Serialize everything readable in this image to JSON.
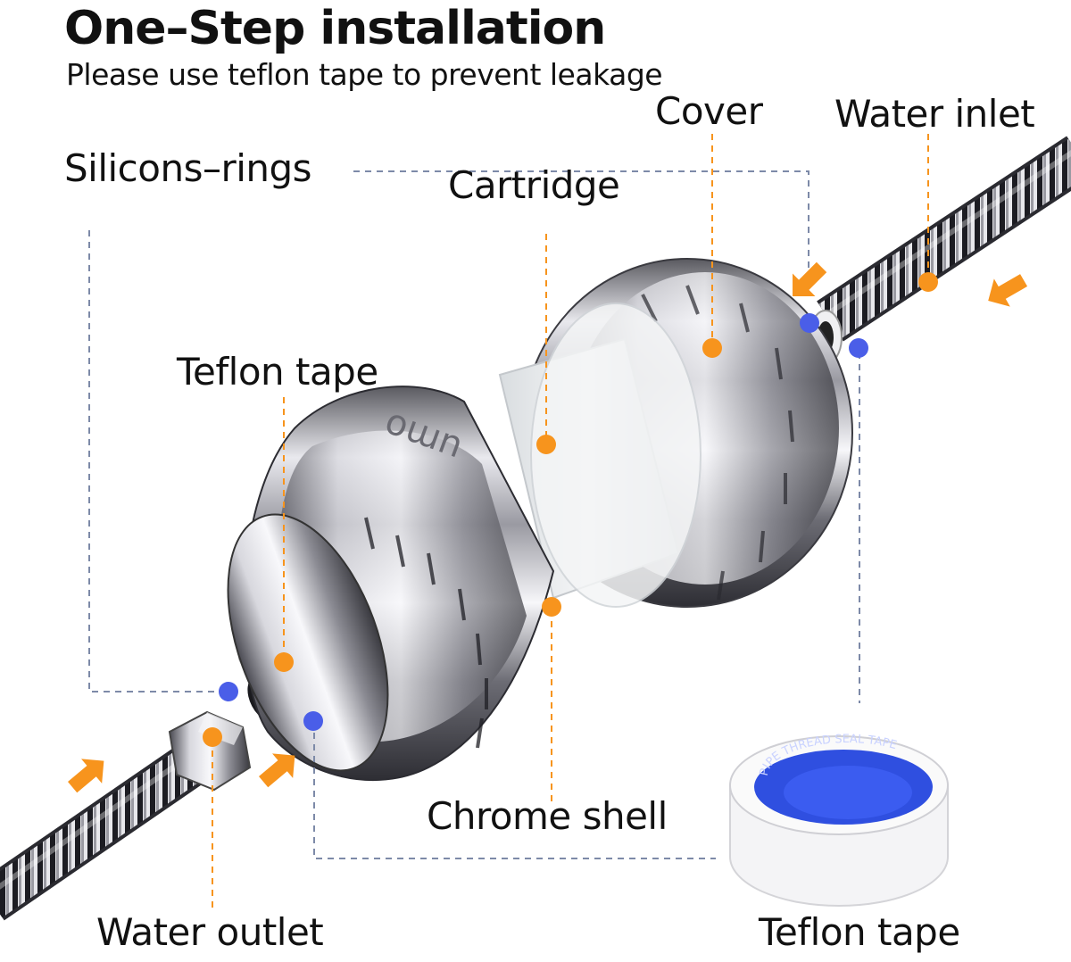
{
  "title": "One–Step installation",
  "subtitle": "Please use teflon tape to prevent leakage",
  "labels": {
    "cover": "Cover",
    "water_inlet": "Water inlet",
    "silicone_rings": "Silicons–rings",
    "cartridge": "Cartridge",
    "teflon_tape_top": "Teflon tape",
    "chrome_shell": "Chrome shell",
    "water_outlet": "Water outlet",
    "teflon_tape_bottom": "Teflon tape"
  },
  "brand": "umo",
  "tape_roll_text": "PIPE THREAD SEAL TAPE",
  "colors": {
    "marker_orange": "#f7941d",
    "marker_blue": "#4a5ee8",
    "leader_gray": "#7d8aa8",
    "tape_blue": "#2f4fe0",
    "chrome_light": "#f2f2f4",
    "chrome_dark": "#3a3a40"
  }
}
